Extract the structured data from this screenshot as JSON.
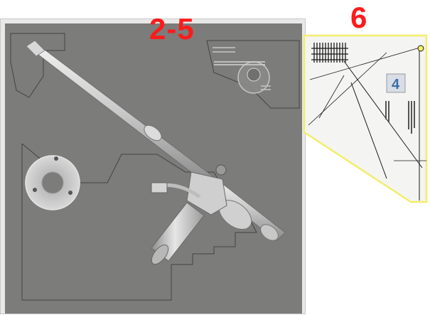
{
  "labels": {
    "left": "2-5",
    "right": "6"
  },
  "colors": {
    "label_red": "#ff1a1a",
    "board_gray": "#7c7c7a",
    "paper_white": "#f4f4f2",
    "paper_border": "#f2ee6a",
    "ink": "#1a1a1a"
  },
  "icons": {
    "tonearm": "tonearm-render",
    "platter": "platter-ring",
    "template": "alignment-template"
  }
}
